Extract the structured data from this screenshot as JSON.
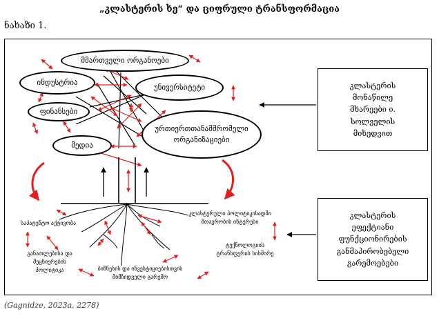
{
  "title": "„კლასტერის ხე“ და ციფრული ტრანსფორმაცია",
  "caption": "ნახაზი 1.",
  "source": "(Gagnidze, 2023a, 2278)",
  "crown": {
    "government": "მმართველი ორგანოები",
    "industry": "ინდუსტრია",
    "university": "უნივერსიტეტი",
    "finance": "ფინანსები",
    "interaction": "ურთიერთთანამშრომელი\nორგანიზაციები",
    "media": "მედია"
  },
  "boxes": {
    "members": "კლასტერის\nმონაწილე\nმხარეები ი.\nსოლველის\nმიხედვით",
    "environment": "კლასტერის\nეფექტიანი\nფუნქციონირების\nგანმაპირობებელი\nგარემოებები"
  },
  "roots": {
    "entrepreneurial": "საპატენტო აქტივობა",
    "cluster_policy": "კლასტერული პოლიტიკისადმი\nმთავრობის ინტერესი",
    "innovation_policy": "განათლებისა და\nმეცნიერების\nპოლიტიკა",
    "tech_transfer": "ტექნოლოგიის\nტრანსფერის სიხშირე",
    "business_env": "ბიზნესის და ინვესტიციებისთვის\nმიმზიდველი გარემო"
  },
  "colors": {
    "arrow": "#e0201c",
    "line": "#000000"
  }
}
